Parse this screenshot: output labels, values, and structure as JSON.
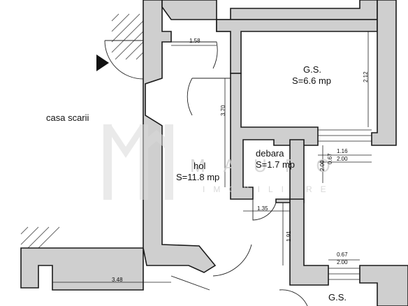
{
  "rooms": {
    "gs_top": {
      "name": "G.S.",
      "area": "S=6.6 mp"
    },
    "hol": {
      "name": "hol",
      "area": "S=11.8 mp"
    },
    "debara": {
      "name": "debara",
      "area": "S=1.7 mp"
    },
    "gs_bottom": {
      "name": "G.S."
    },
    "stair": {
      "name": "casa scarii"
    }
  },
  "dimensions": {
    "d1": "1.58",
    "d2": "2.12",
    "d3": "3.70",
    "d4": "1.16",
    "d5": "2.00",
    "d6": "0.67",
    "d7": "2.00",
    "d8": "1.35",
    "d9": "1.91",
    "d10": "0.67",
    "d11": "2.00",
    "d12": "3.48"
  },
  "watermark": {
    "brand": "MAURO",
    "sub": "IMOBILIARE"
  },
  "colors": {
    "wall_fill": "#cfcfcf",
    "wall_stroke": "#1a1a1a",
    "background": "#ffffff"
  }
}
